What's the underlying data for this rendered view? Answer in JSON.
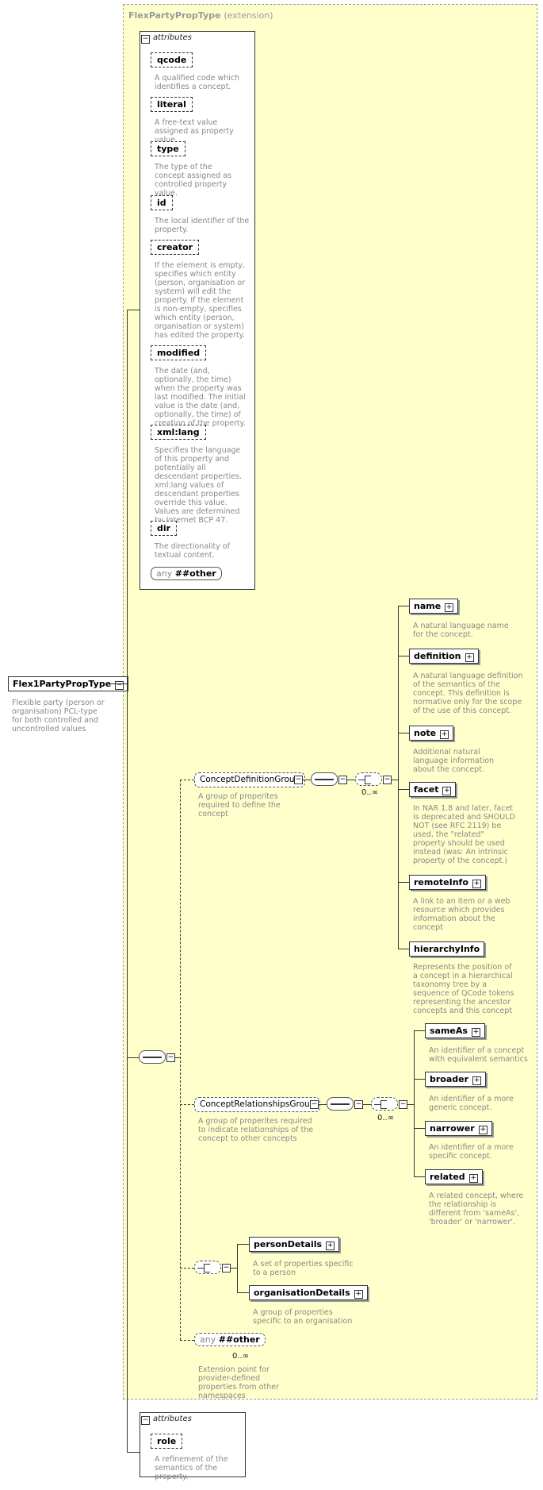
{
  "extension": {
    "type_name": "FlexPartyPropType",
    "kind": "(extension)"
  },
  "attributes_header": "attributes",
  "attributes": [
    {
      "name": "qcode",
      "desc": "A qualified code which identifies a concept."
    },
    {
      "name": "literal",
      "desc": "A free-text value assigned as property value."
    },
    {
      "name": "type",
      "desc": "The type of the concept assigned as controlled property value."
    },
    {
      "name": "id",
      "desc": "The local identifier of the property."
    },
    {
      "name": "creator",
      "desc": "If the element is empty, specifies which entity (person, organisation or system) will edit the property. If the element is non-empty, specifies which entity (person, organisation or system) has edited the property."
    },
    {
      "name": "modified",
      "desc": "The date (and, optionally, the time) when the property was last modified. The initial value is the date (and, optionally, the time) of creation of the property."
    },
    {
      "name": "xml:lang",
      "desc": "Specifies the language of this property and potentially all descendant properties. xml:lang values of descendant properties override this value. Values are determined by Internet BCP 47."
    },
    {
      "name": "dir",
      "desc": "The directionality of textual content."
    }
  ],
  "any_attr": {
    "keyword": "any",
    "ns": "##other"
  },
  "root": {
    "name": "Flex1PartyPropType",
    "desc": "Flexible party (person or organisation) PCL-type for both controlled and uncontrolled values"
  },
  "concept_definition_group": {
    "name": "ConceptDefinitionGroup",
    "desc": "A group of properites required to define the concept",
    "cardinality": "0..∞",
    "elements": [
      {
        "name": "name",
        "desc": "A natural language name for the concept."
      },
      {
        "name": "definition",
        "desc": "A natural language definition of the semantics of the concept. This definition is normative only for the scope of the use of this concept."
      },
      {
        "name": "note",
        "desc": "Additional natural language information about the concept."
      },
      {
        "name": "facet",
        "desc": "In NAR 1.8 and later, facet is deprecated and SHOULD NOT (see RFC 2119) be used, the \"related\" property should be used instead (was: An intrinsic property of the concept.)"
      },
      {
        "name": "remoteInfo",
        "desc": "A link to an item or a web resource which provides information about the concept"
      },
      {
        "name": "hierarchyInfo",
        "desc": "Represents the position of a concept in a hierarchical taxonomy tree by a sequence of QCode tokens representing the ancestor concepts and this concept"
      }
    ]
  },
  "concept_relationships_group": {
    "name": "ConceptRelationshipsGroup",
    "desc": "A group of properites required to indicate relationships of the concept to other concepts",
    "cardinality": "0..∞",
    "elements": [
      {
        "name": "sameAs",
        "desc": "An identifier of a concept with equivalent semantics"
      },
      {
        "name": "broader",
        "desc": "An identifier of a more generic concept."
      },
      {
        "name": "narrower",
        "desc": "An identifier of a more specific concept."
      },
      {
        "name": "related",
        "desc": "A related concept, where the relationship is different from 'sameAs', 'broader' or 'narrower'."
      }
    ]
  },
  "details_choice": {
    "elements": [
      {
        "name": "personDetails",
        "desc": "A set of properties specific to a person"
      },
      {
        "name": "organisationDetails",
        "desc": "A group of properties specific to an organisation"
      }
    ]
  },
  "any_other": {
    "keyword": "any",
    "ns": "##other",
    "cardinality": "0..∞",
    "desc": "Extension point for provider-defined properties from other namespaces"
  },
  "bottom_attributes": [
    {
      "name": "role",
      "desc": "A refinement of the semantics of the property."
    }
  ]
}
